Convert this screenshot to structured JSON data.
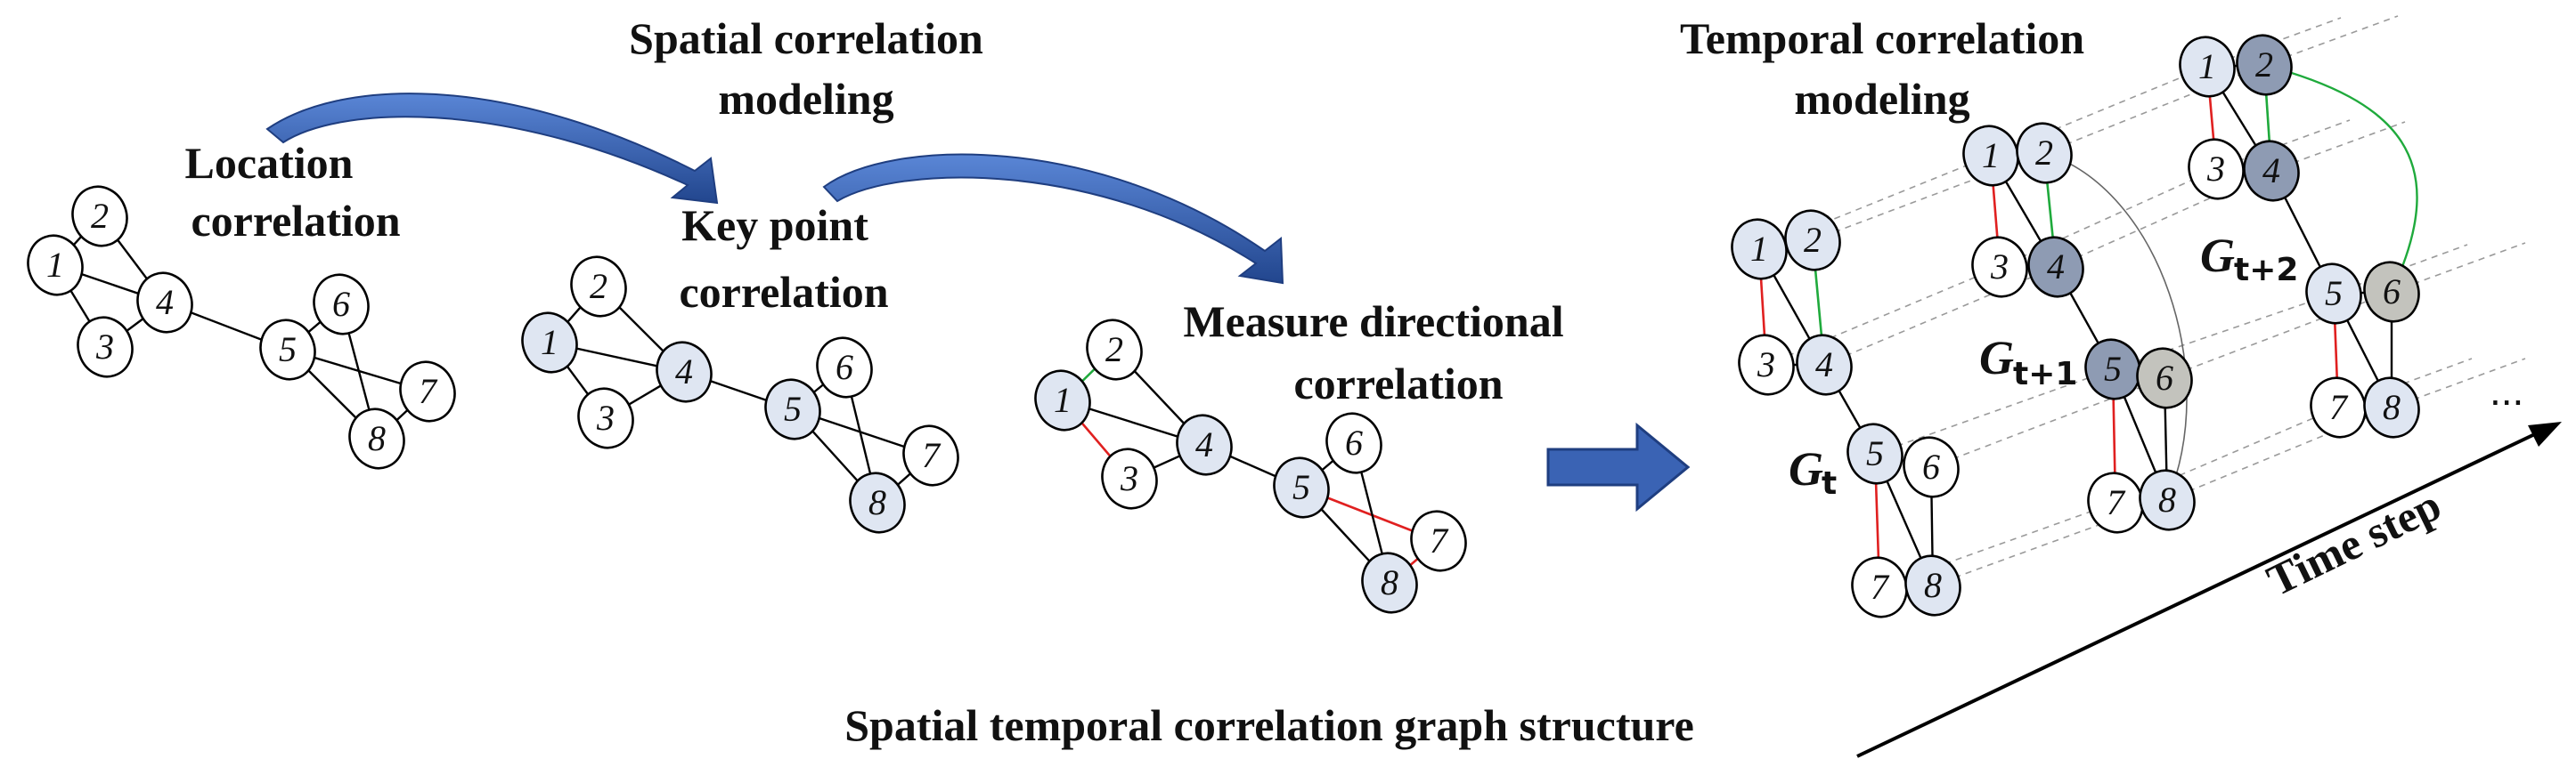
{
  "labels": {
    "spatial_title_line1": "Spatial correlation",
    "spatial_title_line2": "modeling",
    "location_line1": "Location",
    "location_line2": "correlation",
    "keypoint_line1": "Key point",
    "keypoint_line2": "correlation",
    "directional_line1": "Measure directional",
    "directional_line2": "correlation",
    "temporal_title_line1": "Temporal correlation",
    "temporal_title_line2": "modeling",
    "bottom_caption": "Spatial temporal correlation graph structure",
    "time_axis": "Time step",
    "ellipsis": "..."
  },
  "graph_labels": {
    "gt_main": "G",
    "gt_sub": "t",
    "gt1_main": "G",
    "gt1_sub": "t+1",
    "gt2_main": "G",
    "gt2_sub": "t+2"
  },
  "node_labels": [
    "1",
    "2",
    "3",
    "4",
    "5",
    "6",
    "7",
    "8"
  ],
  "colors": {
    "node_plain": "#ffffff",
    "node_highlight": "#dfe6f2",
    "node_dark": "#8e9bb3",
    "node_gray": "#c3c3bd",
    "edge_red": "#e02020",
    "edge_green": "#1faa3c",
    "edge_dashed": "#9a9a9a",
    "arrow_blue": "#3a63b4"
  }
}
